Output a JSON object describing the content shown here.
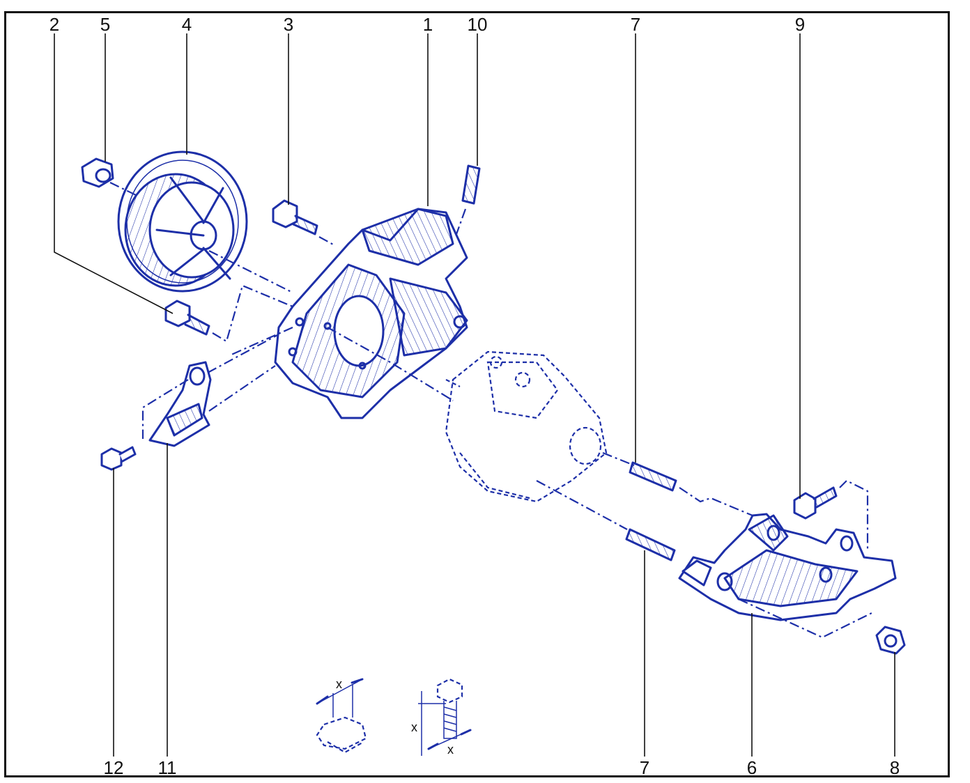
{
  "callouts": {
    "c1": "1",
    "c2": "2",
    "c3": "3",
    "c4": "4",
    "c5": "5",
    "c6": "6",
    "c7a": "7",
    "c7b": "7",
    "c8": "8",
    "c9": "9",
    "c10": "10",
    "c11": "11",
    "c12": "12"
  },
  "detail_labels": {
    "nut_x": "x",
    "bolt_x_left": "x",
    "bolt_x_bottom": "x"
  },
  "colors": {
    "ink": "#1d2fa8",
    "frame": "#111111",
    "background": "#ffffff"
  }
}
